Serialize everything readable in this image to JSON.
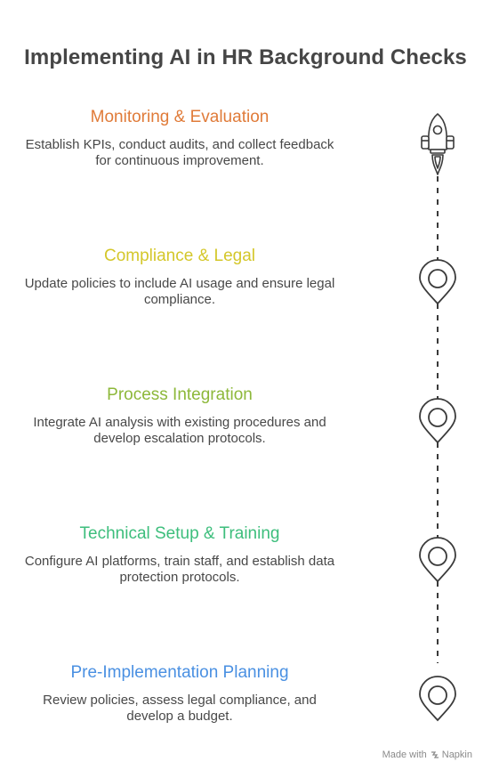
{
  "title": "Implementing AI in HR Background Checks",
  "steps": [
    {
      "title": "Monitoring & Evaluation",
      "description": "Establish KPIs, conduct audits, and collect feedback for continuous improvement.",
      "color": "#E07B39",
      "icon": "rocket-icon"
    },
    {
      "title": "Compliance & Legal",
      "description": "Update policies to include AI usage and ensure legal compliance.",
      "color": "#D4C72A",
      "icon": "location-pin-icon"
    },
    {
      "title": "Process Integration",
      "description": "Integrate AI analysis with existing procedures and develop escalation protocols.",
      "color": "#8DB83A",
      "icon": "location-pin-icon"
    },
    {
      "title": "Technical Setup & Training",
      "description": "Configure AI platforms, train staff, and establish data protection protocols.",
      "color": "#3DBE7C",
      "icon": "location-pin-icon"
    },
    {
      "title": "Pre-Implementation Planning",
      "description": "Review policies, assess legal compliance, and develop a budget.",
      "color": "#4A90E2",
      "icon": "location-pin-icon"
    }
  ],
  "footer": {
    "made_with": "Made with",
    "brand": "Napkin"
  }
}
